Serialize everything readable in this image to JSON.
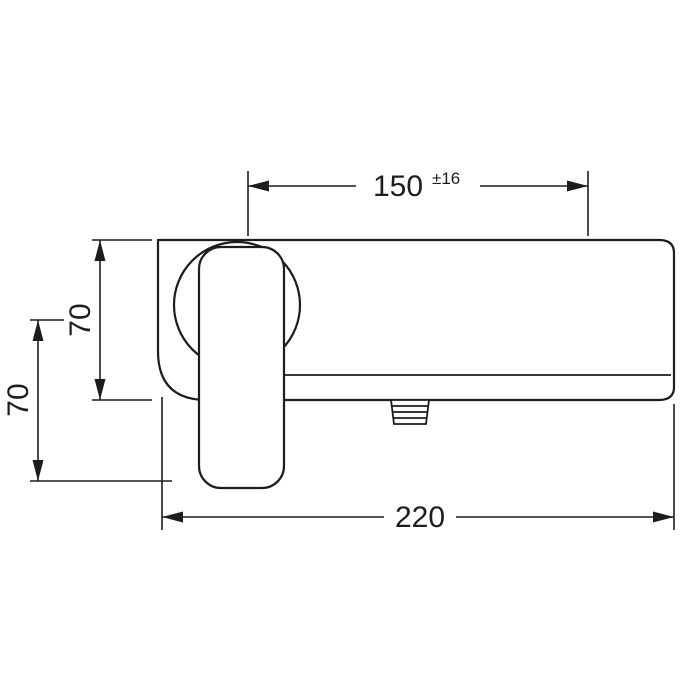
{
  "page": {
    "background": "#ffffff",
    "line_color": "#1d1d1b"
  },
  "drawing": {
    "subject": "single-lever shower mixer, front elevation technical drawing",
    "dimensions": {
      "top_width": {
        "value": "150",
        "tolerance": "±16",
        "orientation": "horizontal",
        "position": "top"
      },
      "body_height": {
        "value": "70",
        "orientation": "vertical",
        "position": "left-inner"
      },
      "handle_drop": {
        "value": "70",
        "orientation": "vertical",
        "position": "left-outer"
      },
      "overall_width": {
        "value": "220",
        "orientation": "horizontal",
        "position": "bottom"
      }
    }
  }
}
